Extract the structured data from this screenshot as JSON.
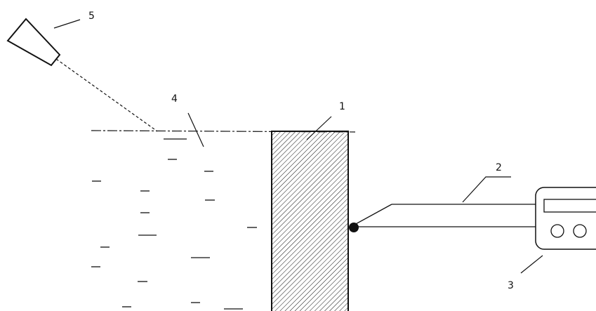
{
  "figure": {
    "labels": {
      "block": "1",
      "probe": "2",
      "meter": "3",
      "surface": "4",
      "camera": "5"
    },
    "colors": {
      "ink": "#111111",
      "background": "#ffffff"
    }
  }
}
